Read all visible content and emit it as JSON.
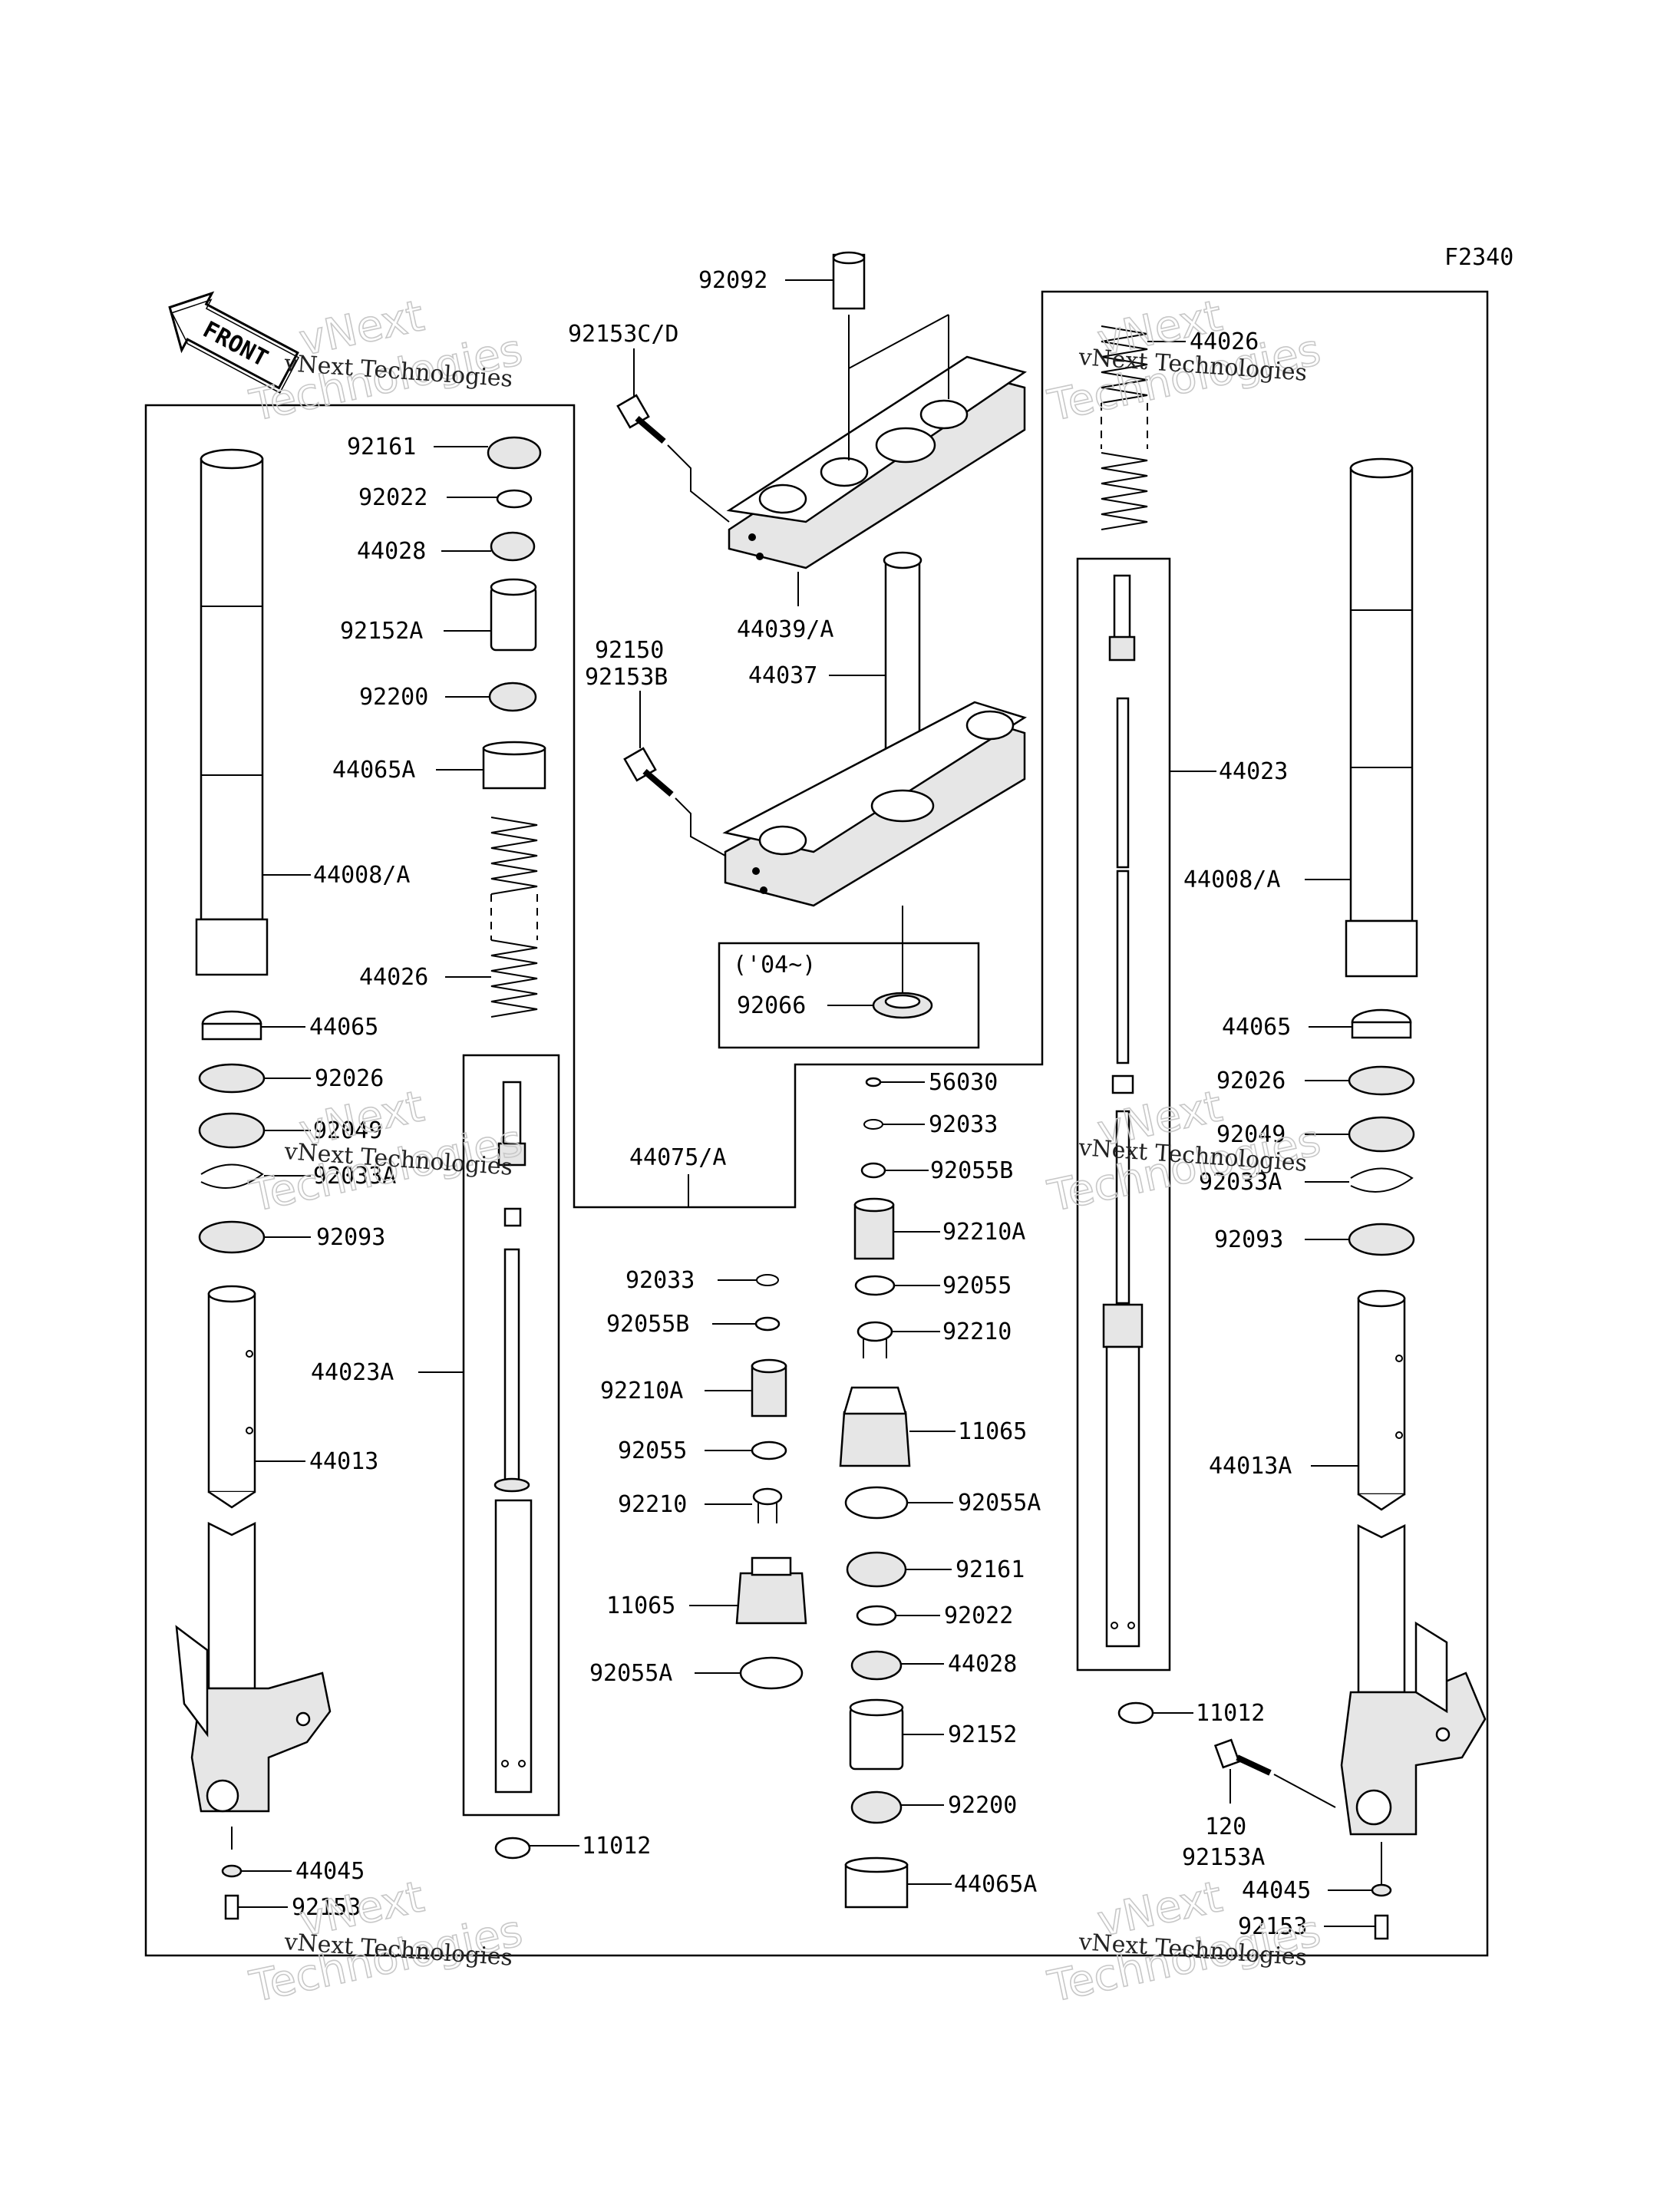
{
  "diagram_code": "F2340",
  "front_arrow_label": "FRONT",
  "year_note": "('04~)",
  "watermark": {
    "top_line": "vNext",
    "bottom_line": "Technologies",
    "caption": "vNext Technologies"
  },
  "labels": {
    "p92092": "92092",
    "p92153cd": "92153C/D",
    "p44039a": "44039/A",
    "p92150": "92150",
    "p92153b": "92153B",
    "p44037": "44037",
    "p92066": "92066",
    "p44075a": "44075/A",
    "L92161": "92161",
    "L92022": "92022",
    "L44028": "44028",
    "L92152A": "92152A",
    "L92200": "92200",
    "L44065A": "44065A",
    "L44008A": "44008/A",
    "L44026": "44026",
    "L44065": "44065",
    "L92026": "92026",
    "L92049": "92049",
    "L92033A": "92033A",
    "L92093": "92093",
    "L44023A": "44023A",
    "L44013": "44013",
    "L44045": "44045",
    "L92153": "92153",
    "L11012": "11012",
    "M92033": "92033",
    "M92055B": "92055B",
    "M92210A": "92210A",
    "M92055": "92055",
    "M92210": "92210",
    "M11065": "11065",
    "M92055A": "92055A",
    "C56030": "56030",
    "C92033": "92033",
    "C92055B": "92055B",
    "C92210A": "92210A",
    "C92055": "92055",
    "C92210": "92210",
    "C11065": "11065",
    "C92055A": "92055A",
    "C92161": "92161",
    "C92022": "92022",
    "C44028": "44028",
    "C92152": "92152",
    "C92200": "92200",
    "C44065A": "44065A",
    "R44026": "44026",
    "R44023": "44023",
    "R44008A": "44008/A",
    "R44065": "44065",
    "R92026": "92026",
    "R92049": "92049",
    "R92033A": "92033A",
    "R92093": "92093",
    "R44013A": "44013A",
    "R11012": "11012",
    "R120": "120",
    "R92153A": "92153A",
    "R44045": "44045",
    "R92153": "92153"
  }
}
